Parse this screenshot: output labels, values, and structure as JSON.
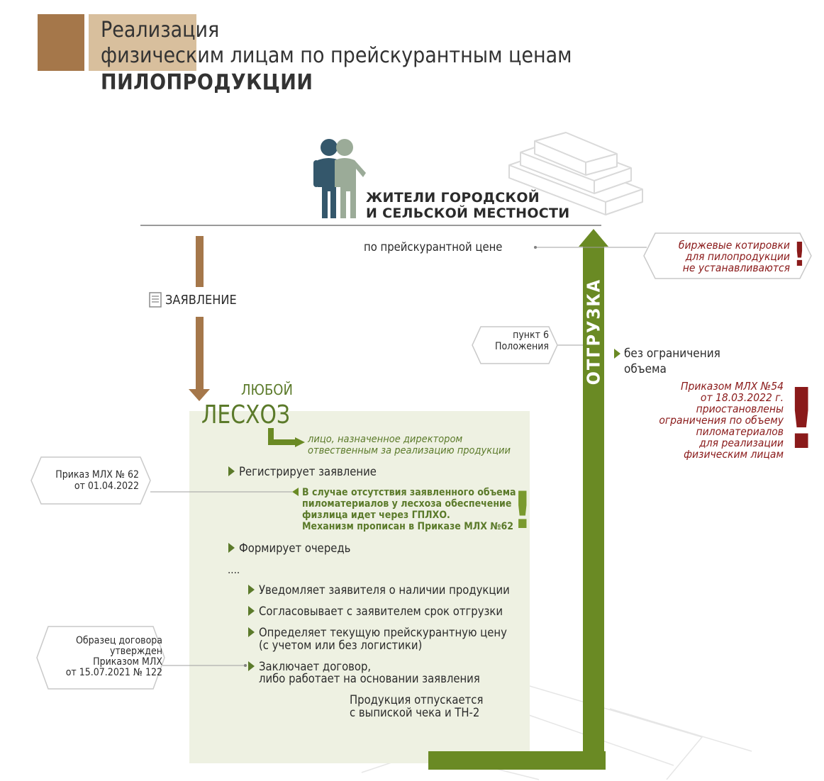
{
  "header": {
    "line1": "Реализация",
    "line2": "физическим лицам по прейскурантным ценам",
    "line3": "ПИЛОПРОДУКЦИИ"
  },
  "residents": {
    "line1": "ЖИТЕЛИ ГОРОДСКОЙ",
    "line2": "И СЕЛЬСКОЙ МЕСТНОСТИ"
  },
  "price_label": "по прейскурантной цене",
  "exchange_note": {
    "line1": "биржевые котировки",
    "line2": "для пилопродукции",
    "line3": "не устанавливаются"
  },
  "application_label": "ЗАЯВЛЕНИЕ",
  "shipment_label": "ОТГРУЗКА",
  "clause_note": {
    "line1": "пункт 6",
    "line2": "Положения"
  },
  "no_limit": {
    "line1": "без ограничения",
    "line2": "объема"
  },
  "order54": {
    "line1": "Приказом МЛХ №54",
    "line2": "от 18.03.2022 г.",
    "line3": "приостановлены",
    "line4": "ограничения по объему",
    "line5": "пиломатериалов",
    "line6": "для реализации",
    "line7": "физическим лицам"
  },
  "forestry": {
    "any": "ЛЮБОЙ",
    "name": "ЛЕСХОЗ"
  },
  "responsible_person": {
    "line1": "лицо, назначенное директором",
    "line2": "отвественным за реализацию продукции"
  },
  "order62": {
    "line1": "Приказ МЛХ № 62",
    "line2": "от 01.04.2022"
  },
  "steps": {
    "register": "Регистрирует заявление",
    "queue": "Формирует очередь",
    "dots": "....",
    "notify": "Уведомляет заявителя о наличии продукции",
    "agree": "Согласовывает с заявителем срок отгрузки",
    "price_line1": "Определяет текущую прейскурантную цену",
    "price_line2": "(с учетом или без логистики)",
    "contract_line1": "Заключает договор,",
    "contract_line2": "либо работает на основании заявления"
  },
  "gplho_warning": {
    "line1": "В случае отсутствия заявленного объема",
    "line2": "пиломатериалов у лесхоза обеспечение",
    "line3": "физлица идет через ГПЛХО.",
    "line4": "Механизм прописан в Приказе МЛХ №62"
  },
  "contract_note": {
    "line1": "Образец договора",
    "line2": "утвержден",
    "line3": "Приказом МЛХ",
    "line4": "от 15.07.2021 № 122"
  },
  "release": {
    "line1": "Продукция отпускается",
    "line2": "с выпиской чека и ТН-2"
  },
  "colors": {
    "brown": "#a5774a",
    "light_brown": "#d8bf9d",
    "green": "#6a8a24",
    "dark_red": "#8a1a1a",
    "panel": "#eef1e2",
    "person_dark": "#34576b",
    "person_light": "#9bab98"
  }
}
